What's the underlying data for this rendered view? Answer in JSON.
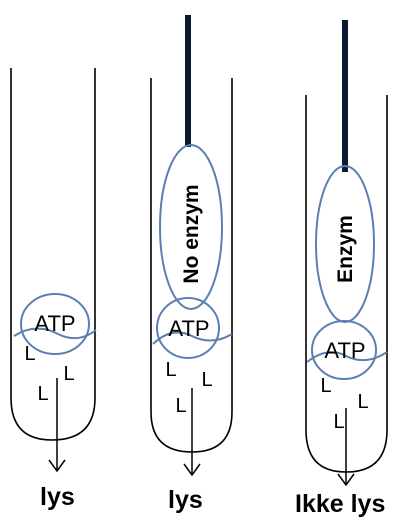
{
  "tubes": [
    {
      "caption": "lys",
      "atp_label": "ATP",
      "l_labels": [
        "L",
        "L",
        "L"
      ]
    },
    {
      "caption": "lys",
      "atp_label": "ATP",
      "l_labels": [
        "L",
        "L",
        "L"
      ],
      "reagent_label": "No enzym"
    },
    {
      "caption": "Ikke lys",
      "atp_label": "ATP",
      "l_labels": [
        "L",
        "L",
        "L"
      ],
      "reagent_label": "Enzym"
    }
  ],
  "colors": {
    "circle_stroke": "#5b7fb0",
    "line": "#000000",
    "dropper": "#0b1a33"
  }
}
